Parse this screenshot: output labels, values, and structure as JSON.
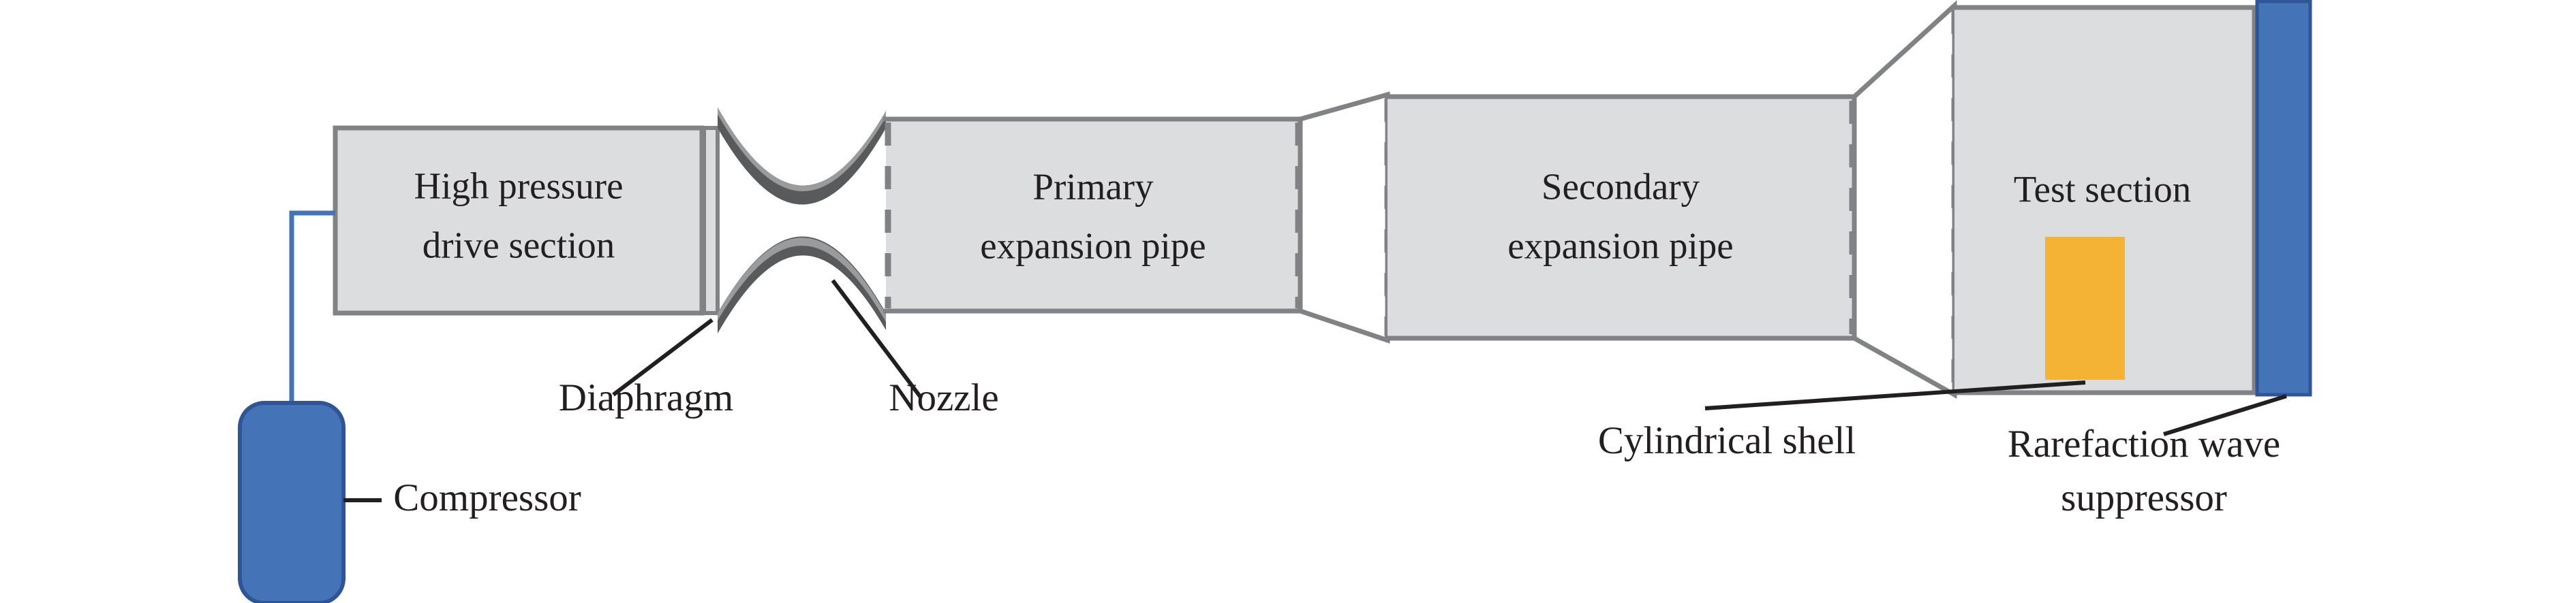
{
  "figure": {
    "title": "Shock tunnel schematic",
    "kind": "technical-schematic"
  },
  "colors": {
    "body_fill": "#dcdddf",
    "body_stroke": "#808285",
    "nozzle_dark": "#595a5c",
    "nozzle_light": "#9a9b9d",
    "compressor_blue": "#4573b8",
    "suppressor_blue": "#4573b8",
    "cylindrical_shell_orange": "#f5b335",
    "leader_line": "#231f20",
    "background": "#ffffff"
  },
  "components": {
    "drive_section": {
      "label_line1": "High pressure",
      "label_line2": "drive section"
    },
    "primary_pipe": {
      "label_line1": "Primary",
      "label_line2": "expansion pipe"
    },
    "secondary_pipe": {
      "label_line1": "Secondary",
      "label_line2": "expansion pipe"
    },
    "test_section": {
      "label_line1": "Test section"
    }
  },
  "callouts": [
    {
      "id": "diaphragm",
      "label_line1": "Diaphragm",
      "label_line2": ""
    },
    {
      "id": "nozzle",
      "label_line1": "Nozzle",
      "label_line2": ""
    },
    {
      "id": "compressor",
      "label_line1": "Compressor",
      "label_line2": ""
    },
    {
      "id": "cyl-shell",
      "label_line1": "Cylindrical shell",
      "label_line2": ""
    },
    {
      "id": "suppressor",
      "label_line1": "Rarefaction wave",
      "label_line2": "suppressor"
    }
  ]
}
